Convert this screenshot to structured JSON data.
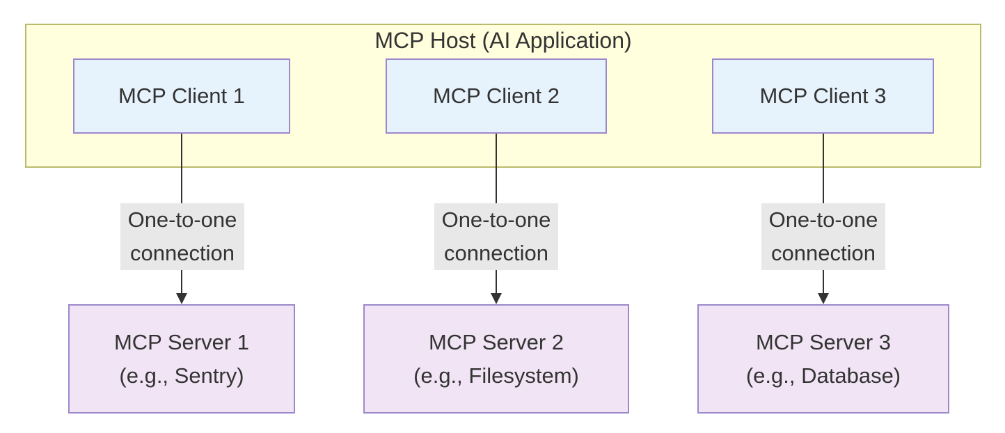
{
  "host": {
    "title": "MCP Host (AI Application)"
  },
  "clients": [
    {
      "label": "MCP Client 1"
    },
    {
      "label": "MCP Client 2"
    },
    {
      "label": "MCP Client 3"
    }
  ],
  "servers": [
    {
      "line1": "MCP Server 1",
      "line2": "(e.g., Sentry)"
    },
    {
      "line1": "MCP Server 2",
      "line2": "(e.g., Filesystem)"
    },
    {
      "line1": "MCP Server 3",
      "line2": "(e.g., Database)"
    }
  ],
  "connections": [
    {
      "line1": "One-to-one",
      "line2": "connection"
    },
    {
      "line1": "One-to-one",
      "line2": "connection"
    },
    {
      "line1": "One-to-one",
      "line2": "connection"
    }
  ],
  "colors": {
    "host_fill": "#ffffde",
    "host_border": "#b9ba6c",
    "client_fill": "#e7f3fc",
    "server_fill": "#f1e5f5",
    "node_border": "#9b88cc",
    "edge_label_fill": "#e8e8e8",
    "line": "#333333"
  }
}
